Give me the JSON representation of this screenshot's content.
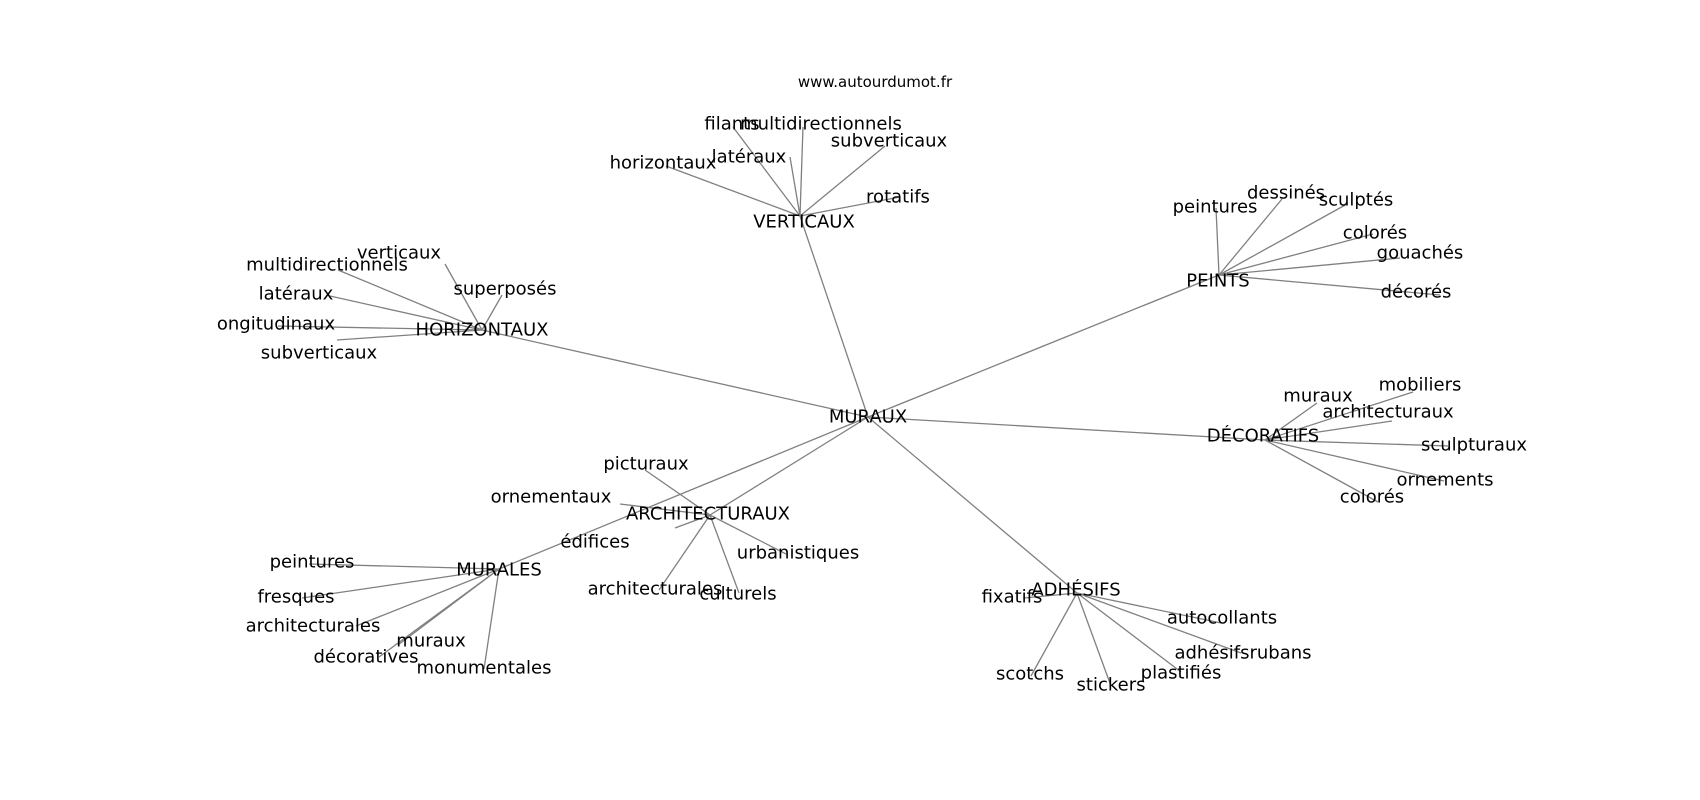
{
  "source": "www.autourdumot.fr",
  "root": {
    "label": "MURAUX"
  },
  "groups": [
    {
      "label": "VERTICAUX",
      "leaves": [
        "filants",
        "multidirectionnels",
        "latéraux",
        "subverticaux",
        "horizontaux",
        "rotatifs"
      ]
    },
    {
      "label": "PEINTS",
      "leaves": [
        "peintures",
        "dessinés",
        "sculptés",
        "colorés",
        "gouachés",
        "décorés"
      ]
    },
    {
      "label": "HORIZONTAUX",
      "leaves": [
        "verticaux",
        "multidirectionnels",
        "latéraux",
        "superposés",
        "ongitudinaux",
        "subverticaux"
      ]
    },
    {
      "label": "DÉCORATIFS",
      "leaves": [
        "muraux",
        "mobiliers",
        "architecturaux",
        "sculpturaux",
        "ornements",
        "colorés"
      ]
    },
    {
      "label": "ARCHITECTURAUX",
      "leaves": [
        "picturaux",
        "ornementaux",
        "édifices",
        "urbanistiques",
        "architecturales",
        "culturels"
      ]
    },
    {
      "label": "MURALES",
      "leaves": [
        "peintures",
        "fresques",
        "architecturales",
        "muraux",
        "décoratives",
        "monumentales"
      ]
    },
    {
      "label": "ADHÉSIFS",
      "leaves": [
        "fixatifs",
        "autocollants",
        "adhésifsrubans",
        "scotchs",
        "stickers",
        "plastifiés"
      ]
    }
  ],
  "colors": {
    "edge": "#808080",
    "text": "#000000",
    "background": "#ffffff"
  }
}
